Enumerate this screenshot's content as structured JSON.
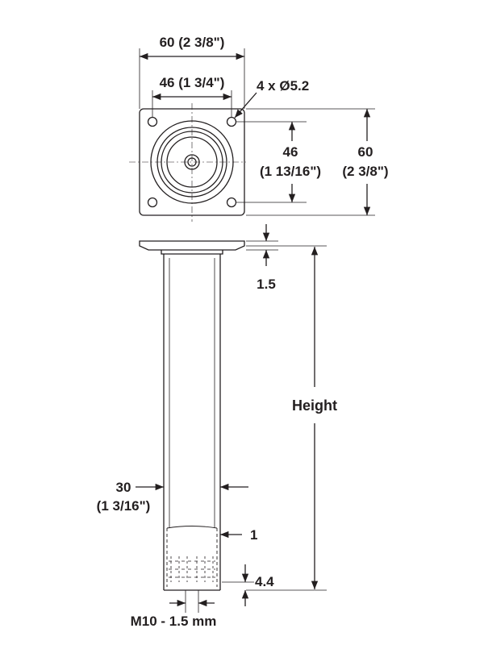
{
  "drawing": {
    "kind": "technical-dimension-drawing",
    "line_color": "#231f20",
    "plate": {
      "outer_width": "60 (2 3/8\")",
      "hole_spacing": "46 (1 3/4\")",
      "holes": "4 x Ø5.2",
      "vertical_hole_spacing_mm": "46",
      "vertical_hole_spacing_in": "(1 13/16\")",
      "outer_height_mm": "60",
      "outer_height_in": "(2 3/8\")"
    },
    "leg": {
      "flange_thickness": "1.5",
      "height_label": "Height",
      "diameter_mm": "30",
      "diameter_in": "(1 3/16\")",
      "wall_offset": "1",
      "foot_gap": "4.4",
      "thread": "M10 - 1.5 mm"
    }
  }
}
